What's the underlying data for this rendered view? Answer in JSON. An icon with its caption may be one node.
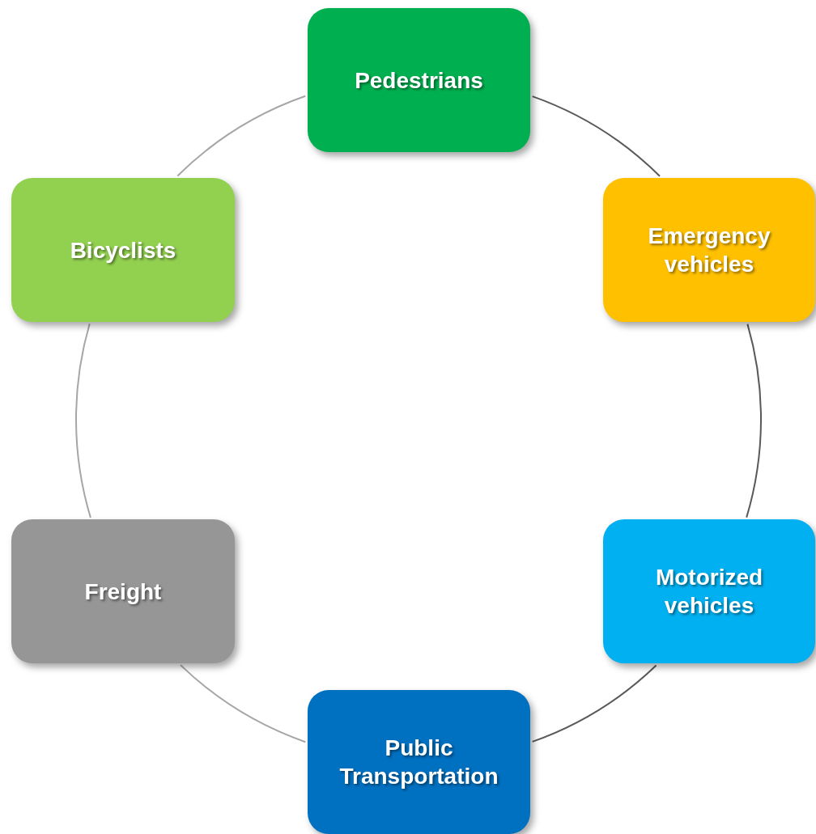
{
  "diagram": {
    "nodes": [
      {
        "text": [
          "Pedestrians"
        ]
      },
      {
        "text": [
          "Emergency vehicles"
        ]
      },
      {
        "text": [
          "Motorized vehicles"
        ]
      },
      {
        "text": [
          "Public Transportation"
        ]
      },
      {
        "text": [
          "Freight"
        ]
      },
      {
        "text": [
          "Bicyclists"
        ]
      }
    ],
    "edges": [
      {
        "from": 0,
        "to": 1,
        "arrow": "none"
      },
      {
        "from": 1,
        "to": 2,
        "arrow": "none"
      },
      {
        "from": 2,
        "to": 3,
        "arrow": "none"
      },
      {
        "from": 3,
        "to": 4,
        "arrow": "none",
        "color": "#a6a6a6"
      },
      {
        "from": 4,
        "to": 5,
        "arrow": "none",
        "color": "#a6a6a6"
      },
      {
        "from": 5,
        "to": 0,
        "arrow": "none",
        "color": "#a6a6a6"
      }
    ]
  }
}
